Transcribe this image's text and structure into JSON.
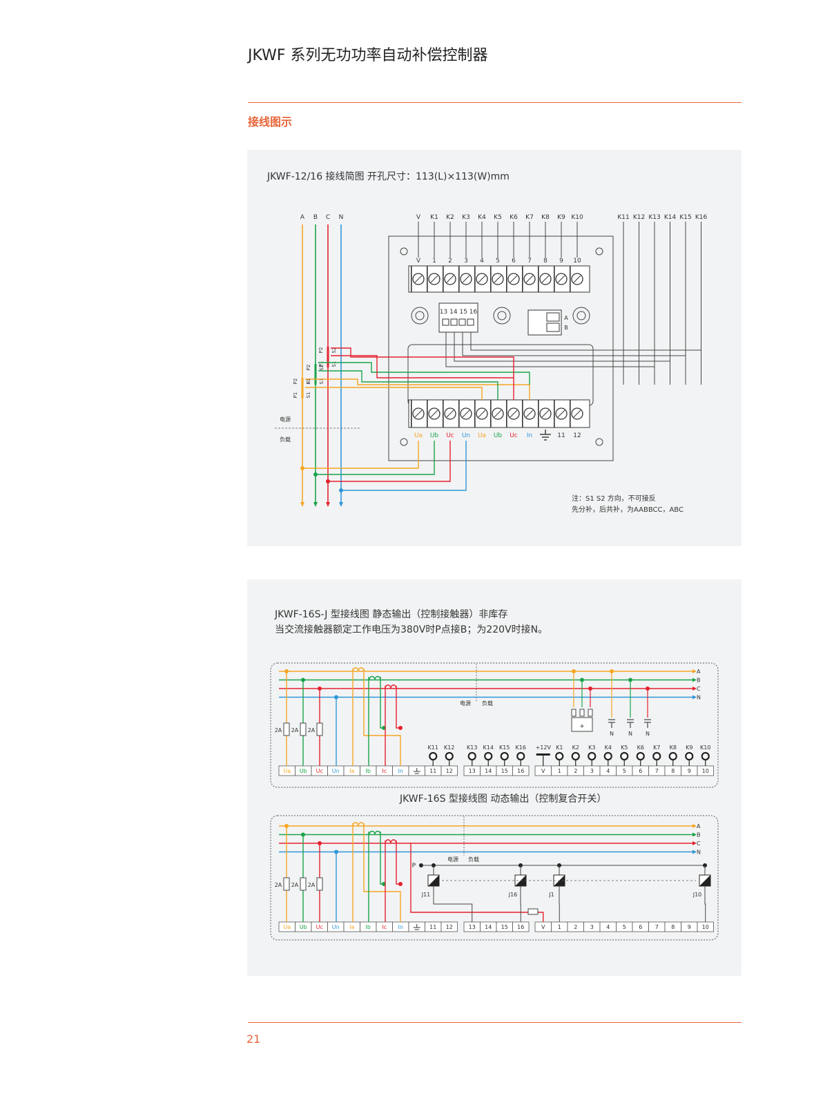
{
  "page": {
    "title": "JKWF 系列无功功率自动补偿控制器",
    "section": "接线图示",
    "page_number": "21"
  },
  "diagram1": {
    "caption": "JKWF-12/16 接线简图 开孔尺寸：113(L)×113(W)mm",
    "phases": [
      "A",
      "B",
      "C",
      "N"
    ],
    "top_labels": [
      "V",
      "K1",
      "K2",
      "K3",
      "K4",
      "K5",
      "K6",
      "K7",
      "K8",
      "K9",
      "K10"
    ],
    "top_terminals": [
      "V",
      "1",
      "2",
      "3",
      "4",
      "5",
      "6",
      "7",
      "8",
      "9",
      "10"
    ],
    "side_labels": [
      "K11",
      "K12",
      "K13",
      "K14",
      "K15",
      "K16"
    ],
    "connector": "13 14 15 16",
    "port_ab": [
      "A",
      "B"
    ],
    "bottom_terminals": [
      "Ua",
      "Ub",
      "Uc",
      "Un",
      "Ua",
      "Ub",
      "Uc",
      "In",
      "",
      "11",
      "12"
    ],
    "ct_labels": [
      "P1",
      "P2",
      "S1",
      "S2"
    ],
    "source_label": "电源",
    "load_label": "负载",
    "note1": "注：S1 S2 方向，不可接反",
    "note2": "先分补，后共补，为AABBCC，ABC"
  },
  "diagram2": {
    "caption1": "JKWF-16S-J 型接线图  静态输出（控制接触器）非库存",
    "caption2": "当交流接触器额定工作电压为380V时P点接B；为220V时接N。",
    "phases": [
      "A",
      "B",
      "C",
      "N"
    ],
    "source_label": "电源",
    "load_label": "负载",
    "fuses": [
      "2A",
      "2A",
      "2A"
    ],
    "n_labels": [
      "N",
      "N",
      "N"
    ],
    "plus12v": "+12V",
    "k_labels_left": [
      "K11",
      "K12",
      "K13",
      "K14",
      "K15",
      "K16"
    ],
    "k_labels_right": [
      "K1",
      "K2",
      "K3",
      "K4",
      "K5",
      "K6",
      "K7",
      "K8",
      "K9",
      "K10"
    ],
    "strip": [
      "Ua",
      "Ub",
      "Uc",
      "Un",
      "Ia",
      "Ib",
      "Ic",
      "In",
      "",
      "11",
      "12",
      "13",
      "14",
      "15",
      "16",
      "V",
      "1",
      "2",
      "3",
      "4",
      "5",
      "6",
      "7",
      "8",
      "9",
      "10"
    ]
  },
  "diagram3": {
    "caption": "JKWF-16S 型接线图  动态输出（控制复合开关）",
    "phases": [
      "A",
      "B",
      "C",
      "N"
    ],
    "source_label": "电源",
    "load_label": "负载",
    "p_label": "P",
    "fuses": [
      "2A",
      "2A",
      "2A"
    ],
    "switches": [
      "J11",
      "J16",
      "J1",
      "J10"
    ],
    "strip": [
      "Ua",
      "Ub",
      "Uc",
      "Un",
      "Ia",
      "Ib",
      "Ic",
      "In",
      "",
      "11",
      "12",
      "13",
      "14",
      "15",
      "16",
      "V",
      "1",
      "2",
      "3",
      "4",
      "5",
      "6",
      "7",
      "8",
      "9",
      "10"
    ]
  },
  "colors": {
    "accent": "#e8663a",
    "phase_a": "#f5a623",
    "phase_b": "#1aa34a",
    "phase_c": "#e5202e",
    "phase_n": "#2f96d8"
  }
}
